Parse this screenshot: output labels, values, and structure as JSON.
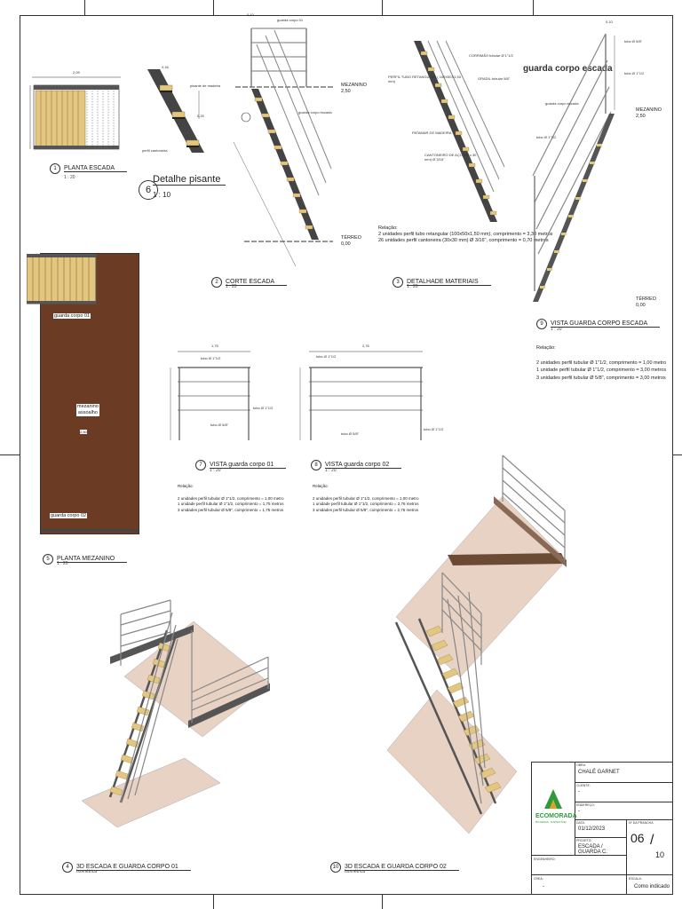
{
  "views": {
    "v1": {
      "num": "1",
      "title": "PLANTA ESCADA",
      "scale": "1 : 20",
      "dim_top": "2,09"
    },
    "v2": {
      "num": "2",
      "title": "CORTE ESCADA",
      "scale": "1 : 20",
      "label_guarda": "guarda corpo 01",
      "label_corpo": "guarda corpo escada",
      "mezanino": "MEZANINO",
      "mez_level": "2,50",
      "terreo": "TÉRREO",
      "terreo_level": "0,00",
      "dim_top": "0,10"
    },
    "v3": {
      "num": "3",
      "title": "DETALHADE MATERIAIS",
      "scale": "1 : 20",
      "label_corrimao": "CORRIMÃO tubular Ø 1\"1/2",
      "label_perfil": "PERFIL TUBO RETANGULAR ( 100X50X1,50 mm)",
      "label_grade": "GRADIL tubular 5/8\"",
      "label_patamar": "PATAMAR DE MADEIRA",
      "label_cant": "CANTONEIRO DE AÇO (30 x 30 mm) Ø 3/16\"",
      "rel_title": "Relação:",
      "rel_lines": [
        "2 unidades perfil tubo retangular (100x50x1,50 mm), comprimento = 3,30 metros",
        "26 unidades perfil cantoneira (30x30 mm) Ø 3/16\", comprimento = 0,70 metros"
      ]
    },
    "v5": {
      "num": "5",
      "title": "PLANTA MEZANINO",
      "scale": "1 : 20",
      "label_g1": "guarda corpo 01",
      "label_mez": "mezanino",
      "label_ass": "assoalho",
      "label_g2": "guarda corpo 02",
      "level": "2,50"
    },
    "v6": {
      "num": "6",
      "title": "Detalhe pisante",
      "scale": "1 : 10",
      "label_pisante": "pisante de madeira",
      "label_perfil": "perfil cantoneira",
      "dim_a": "0,16",
      "dim_b": "0,25"
    },
    "v7": {
      "num": "7",
      "title": "VISTA guarda corpo 01",
      "scale": "1 : 20",
      "dim_top": "1,75",
      "label_tubo": "tubo Ø 1\"1/2",
      "label_tubo58": "tubo Ø 5/8\"",
      "label_tubo_r": "tubo Ø 1\"1/2",
      "rel_title": "Relação:",
      "rel_lines": [
        "2 unidades perfil tubular Ø 1\"1/2, comprimento = 1,00 metro",
        "1 unidade perfil tubular Ø 1\"1/2, comprimento = 1,75 metros",
        "3 unidades perfil tubular Ø 5/8\", comprimento = 1,75 metros"
      ]
    },
    "v8": {
      "num": "8",
      "title": "VISTA guarda corpo 02",
      "scale": "1 : 20",
      "dim_top": "2,76",
      "label_tubo": "tubo Ø 1\"1/2",
      "label_tubo58": "tubo Ø 5/8\"",
      "label_tubo_r": "tubo Ø 1\"1/2",
      "rel_title": "Relação:",
      "rel_lines": [
        "2 unidades perfil tubular Ø 1\"1/2, comprimento = 1,00 metro",
        "1 unidade perfil tubular Ø 1\"1/2, comprimento = 2,76 metros",
        "3 unidades perfil tubular Ø 5/8\", comprimento = 2,76 metros"
      ]
    },
    "v9": {
      "num": "9",
      "title": "VISTA GUARDA CORPO ESCADA",
      "scale": "1 : 20",
      "heading": "guarda corpo escada",
      "label_tubo": "tubo Ø 5/8\"",
      "label_tubo2": "tubo Ø 1\"1/2",
      "label_tubo3": "tubo Ø 1\"1/2",
      "label_corpo": "guarda corpo escada",
      "mezanino": "MEZANINO",
      "mez_level": "2,50",
      "terreo": "TÉRREO",
      "terreo_level": "0,00",
      "dim_top": "0,10",
      "rel_title": "Relação:",
      "rel_lines": [
        "2 unidades perfil tubular Ø 1\"1/2, comprimento = 1,00 metro",
        "1 unidade perfil tubular Ø 1\"1/2, comprimento = 3,00 metros",
        "3 unidades perfil tubular Ø 5/8\", comprimento = 3,00 metros"
      ]
    },
    "v4": {
      "num": "4",
      "title": "3D ESCADA E GUARDA CORPO 01",
      "scale": "Isométrica"
    },
    "v10": {
      "num": "10",
      "title": "3D ESCADA E GUARDA CORPO 02",
      "scale": "Isométrica"
    }
  },
  "title_block": {
    "brand": "ECOMORADA",
    "brand_sub": "BIO-DESIGN · SUSTENTÁVEL",
    "lab_obra": "OBRA:",
    "obra": "CHALÉ GARNET",
    "lab_cliente": "CLIENTE:",
    "cliente": "-",
    "lab_end": "ENDEREÇO:",
    "endereco": "-",
    "lab_data": "DATA:",
    "data": "01/12/2023",
    "lab_projeto": "PROJETO:",
    "projeto": "ESCADA / GUARDA C.",
    "lab_prancha": "Nº DA PRANCHA",
    "prancha": "06",
    "total": "10",
    "lab_eng": "ENGENHEIRO:",
    "lab_crea": "CREA:",
    "crea": "-",
    "lab_escala": "ESCALA:",
    "escala": "Como indicado"
  },
  "colors": {
    "wood": "#e3c680",
    "floor": "#e7d2c4",
    "mezanino": "#6b3b24",
    "steel": "#7a7a7a",
    "brand": "#2f9a3b"
  }
}
